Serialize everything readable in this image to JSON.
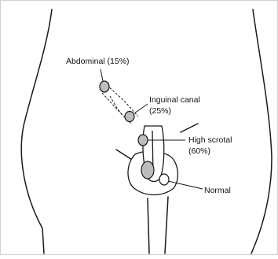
{
  "labels": {
    "abdominal": "Abdominal (15%)",
    "inguinal_line1": "Inguinal canal",
    "inguinal_line2": "(25%)",
    "high_scrotal_line1": "High scrotal",
    "high_scrotal_line2": "(60%)",
    "normal": "Normal"
  },
  "colors": {
    "outline": "#1a1a1a",
    "testis_fill": "#bdbdbd",
    "border": "#d0d0d0"
  }
}
